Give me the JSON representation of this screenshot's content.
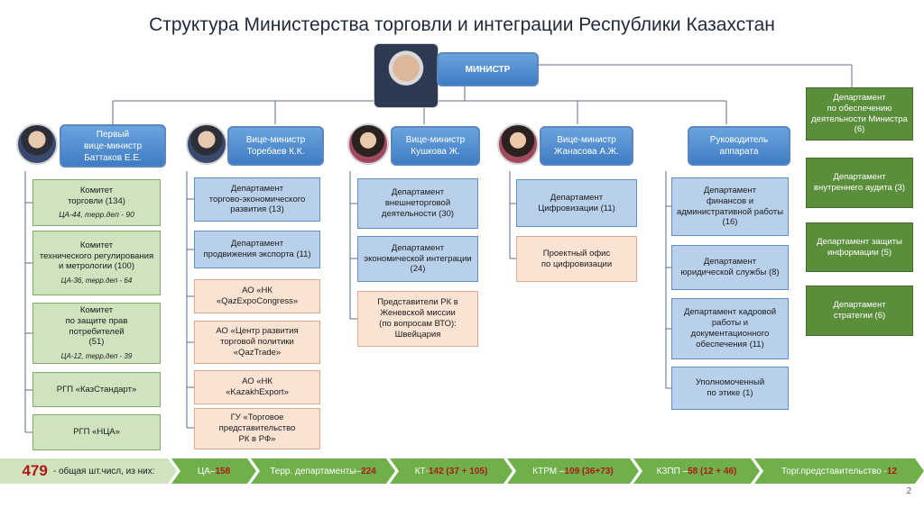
{
  "title": "Структура Министерства торговли и интеграции Республики Казахстан",
  "minister": {
    "label": "МИНИСТР"
  },
  "vice_ministers": [
    {
      "label": "Первый\nвице-министр\nБаттаков Е.Е."
    },
    {
      "label": "Вице-министр\nТоребаев К.К."
    },
    {
      "label": "Вице-министр\nКушкова Ж."
    },
    {
      "label": "Вице-министр\nЖанасова А.Ж."
    },
    {
      "label": "Руководитель\nаппарата"
    }
  ],
  "col1": [
    {
      "label": "Комитет\nторговли  (134)",
      "note": "ЦА-44, терр.деп - 90"
    },
    {
      "label": "Комитет\nтехнического регулирования\nи метрологии (100)",
      "note": "ЦА-36, терр.деп - 64"
    },
    {
      "label": "Комитет\nпо защите прав потребителей\n(51)",
      "note": "ЦА-12, терр.деп - 39"
    },
    {
      "label": "РГП «КазСтандарт»"
    },
    {
      "label": "РГП «НЦА»"
    }
  ],
  "col2": [
    {
      "label": "Департамент\nторгово-экономического\nразвития (13)"
    },
    {
      "label": "Департамент\nпродвижения экспорта (11)"
    },
    {
      "label": "АО «НК\n«QazExpoCongress»"
    },
    {
      "label": "АО «Центр развития\nторговой политики\n«QazTrade»"
    },
    {
      "label": "АО «НК\n«KazakhExport»"
    },
    {
      "label": "ГУ «Торговое\nпредставительство\nРК в РФ»"
    }
  ],
  "col3": [
    {
      "label": "Департамент\nвнешнеторговой\nдеятельности (30)"
    },
    {
      "label": "Департамент\nэкономической интеграции\n(24)"
    },
    {
      "label": "Представители РК в\nЖеневской миссии\n(по вопросам ВТО):\nШвейцария"
    }
  ],
  "col4": [
    {
      "label": "Департамент\nЦифровизации (11)"
    },
    {
      "label": "Проектный офис\nпо цифровизации"
    }
  ],
  "col5": [
    {
      "label": "Департамент\nфинансов и\nадминистративной работы\n(16)"
    },
    {
      "label": "Департамент\nюридической службы (8)"
    },
    {
      "label": "Департамент кадровой\nработы и\nдокументационного\nобеспечения (11)"
    },
    {
      "label": "Уполномоченный\nпо этике (1)"
    }
  ],
  "right": [
    {
      "label": "Департамент\nпо обеспечению\nдеятельности Министра\n(6)"
    },
    {
      "label": "Департамент\nвнутреннего аудита (3)"
    },
    {
      "label": "Департамент защиты\nинформации (5)"
    },
    {
      "label": "Департамент\nстратегии (6)"
    }
  ],
  "stats": {
    "total_num": "479",
    "total_label": " - общая шт.числ, из них:",
    "items": [
      {
        "label": "ЦА– ",
        "num": "158"
      },
      {
        "label": "Терр. департаменты– ",
        "num": "224"
      },
      {
        "label": "КТ- ",
        "num": "142 (37 + 105)"
      },
      {
        "label": "КТРМ – ",
        "num": "109 (36+73)"
      },
      {
        "label": "КЗПП – ",
        "num": "58 (12 + 46)"
      },
      {
        "label": "Торг.представительство - ",
        "num": "12"
      }
    ]
  },
  "page_number": "2"
}
